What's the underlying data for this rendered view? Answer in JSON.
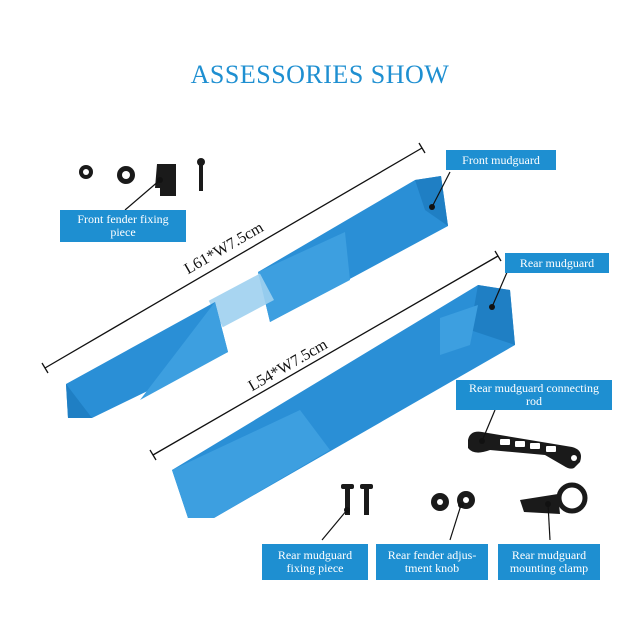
{
  "title": "ASSESSORIES SHOW",
  "labels": {
    "front_mudguard": "Front mudguard",
    "rear_mudguard": "Rear mudguard",
    "front_fender_fixing_piece": "Front fender fixing piece",
    "rear_mudguard_connecting_rod": "Rear mudguard connecting rod",
    "rear_mudguard_fixing_piece": "Rear mudguard fixing piece",
    "rear_fender_adjustment_knob": "Rear fender adjus- tment knob",
    "rear_mudguard_mounting_clamp": "Rear mudguard mounting clamp"
  },
  "dimensions": {
    "front": "L61*W7.5cm",
    "rear": "L54*W7.5cm"
  },
  "colors": {
    "accent": "#1e8fd1",
    "mudguard": "#2a8fd6",
    "hardware": "#1a1a1a"
  },
  "icons": [
    "mudguard-front",
    "mudguard-rear",
    "nut",
    "washer",
    "bracket",
    "bolt",
    "connecting-rod",
    "knob",
    "clamp"
  ]
}
